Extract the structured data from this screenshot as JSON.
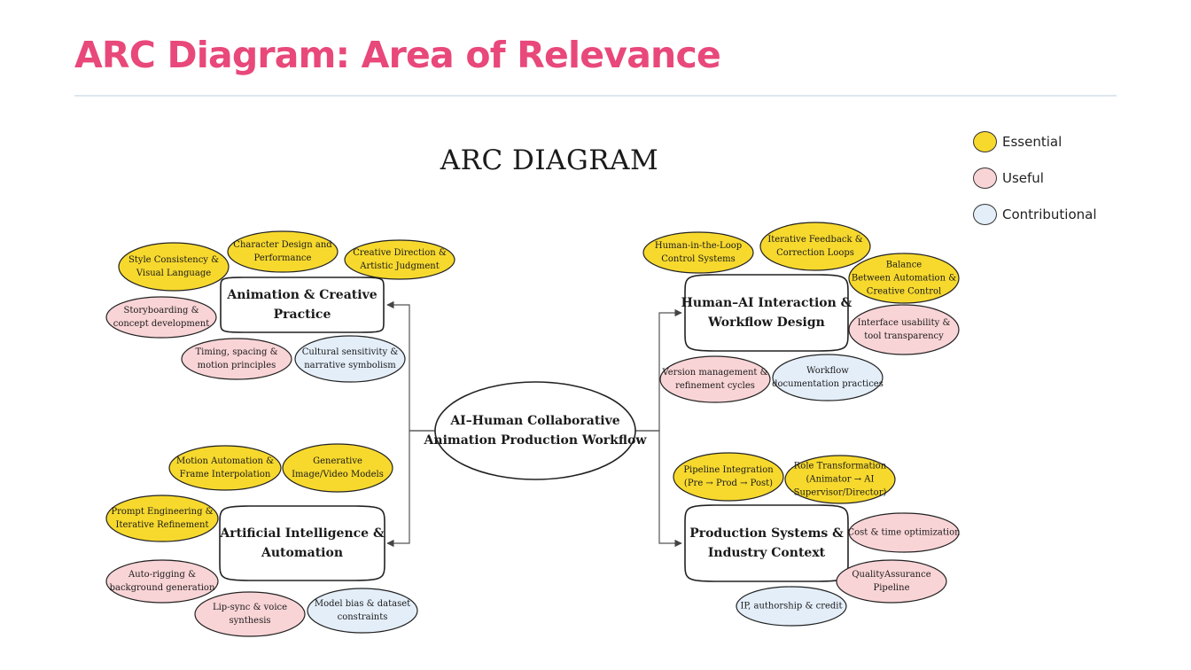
{
  "page": {
    "title": "ARC Diagram: Area of Relevance"
  },
  "diagram": {
    "title": "ARC DIAGRAM",
    "center": {
      "lines": [
        "AI–Human Collaborative",
        "Animation Production Workflow"
      ]
    },
    "categories": [
      {
        "id": "animation",
        "lines": [
          "Animation & Creative",
          "Practice"
        ]
      },
      {
        "id": "ai",
        "lines": [
          "Artificial Intelligence &",
          "Automation"
        ]
      },
      {
        "id": "hai",
        "lines": [
          "Human–AI Interaction &",
          "Workflow Design"
        ]
      },
      {
        "id": "production",
        "lines": [
          "Production Systems &",
          "Industry Context"
        ]
      }
    ],
    "leaves": [
      {
        "category": "animation",
        "level": "essential",
        "lines": [
          "Style Consistency &",
          "Visual Language"
        ]
      },
      {
        "category": "animation",
        "level": "essential",
        "lines": [
          "Character Design and",
          "Performance"
        ]
      },
      {
        "category": "animation",
        "level": "essential",
        "lines": [
          "Creative Direction &",
          "Artistic Judgment"
        ]
      },
      {
        "category": "animation",
        "level": "useful",
        "lines": [
          "Storyboarding &",
          "concept development"
        ]
      },
      {
        "category": "animation",
        "level": "useful",
        "lines": [
          "Timing, spacing &",
          "motion principles"
        ]
      },
      {
        "category": "animation",
        "level": "contributional",
        "lines": [
          "Cultural sensitivity &",
          "narrative symbolism"
        ]
      },
      {
        "category": "ai",
        "level": "essential",
        "lines": [
          "Motion Automation &",
          "Frame Interpolation"
        ]
      },
      {
        "category": "ai",
        "level": "essential",
        "lines": [
          "Generative",
          "Image/Video Models"
        ]
      },
      {
        "category": "ai",
        "level": "essential",
        "lines": [
          "Prompt Engineering &",
          "Iterative Refinement"
        ]
      },
      {
        "category": "ai",
        "level": "useful",
        "lines": [
          "Auto-rigging &",
          "background generation"
        ]
      },
      {
        "category": "ai",
        "level": "useful",
        "lines": [
          "Lip-sync & voice",
          "synthesis"
        ]
      },
      {
        "category": "ai",
        "level": "contributional",
        "lines": [
          "Model bias & dataset",
          "constraints"
        ]
      },
      {
        "category": "hai",
        "level": "essential",
        "lines": [
          "Human-in-the-Loop",
          "Control Systems"
        ]
      },
      {
        "category": "hai",
        "level": "essential",
        "lines": [
          "Iterative Feedback &",
          "Correction Loops"
        ]
      },
      {
        "category": "hai",
        "level": "essential",
        "lines": [
          "Balance",
          "Between Automation &",
          "Creative Control"
        ]
      },
      {
        "category": "hai",
        "level": "useful",
        "lines": [
          "Interface usability &",
          "tool transparency"
        ]
      },
      {
        "category": "hai",
        "level": "useful",
        "lines": [
          "Version management &",
          "refinement cycles"
        ]
      },
      {
        "category": "hai",
        "level": "contributional",
        "lines": [
          "Workflow",
          "documentation practices"
        ]
      },
      {
        "category": "production",
        "level": "essential",
        "lines": [
          "Pipeline Integration",
          "(Pre → Prod → Post)"
        ]
      },
      {
        "category": "production",
        "level": "essential",
        "lines": [
          "Role Transformation",
          "(Animator → AI",
          "Supervisor/Director)"
        ]
      },
      {
        "category": "production",
        "level": "useful",
        "lines": [
          "Cost & time optimization"
        ]
      },
      {
        "category": "production",
        "level": "useful",
        "lines": [
          "QualityAssurance",
          "Pipeline"
        ]
      },
      {
        "category": "production",
        "level": "contributional",
        "lines": [
          "IP, authorship & credit"
        ]
      }
    ]
  },
  "legend": [
    {
      "level": "essential",
      "label": "Essential",
      "color": "#f7d92e"
    },
    {
      "level": "useful",
      "label": "Useful",
      "color": "#f9d4d6"
    },
    {
      "level": "contributional",
      "label": "Contributional",
      "color": "#e4eef9"
    }
  ],
  "colors": {
    "title": "#e8487a",
    "rule": "#dde6ee",
    "connector": "#555555",
    "node_border": "#222222"
  }
}
